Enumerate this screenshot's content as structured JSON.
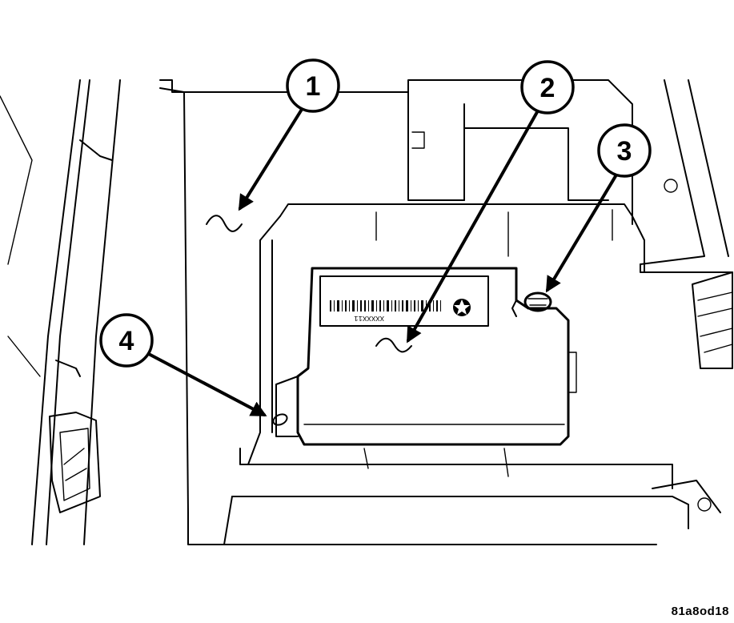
{
  "figure_code": "81a8od18",
  "callouts": [
    {
      "number": "1"
    },
    {
      "number": "2"
    },
    {
      "number": "3"
    },
    {
      "number": "4"
    }
  ],
  "module_label": {
    "code_text": "XXXXX11"
  }
}
